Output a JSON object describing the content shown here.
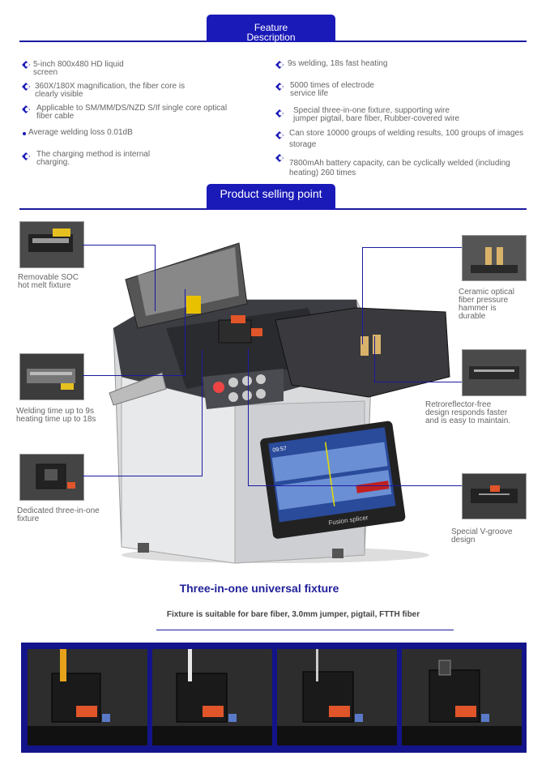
{
  "feature_section": {
    "title_line1": "Feature",
    "title_line2": "Description",
    "left_items": [
      {
        "line1": "5-inch 800x480 HD liquid",
        "line2": "screen"
      },
      {
        "line1": "360X/180X magnification, the fiber core is",
        "line2": "clearly visible"
      },
      {
        "line1": "Applicable to SM/MM/DS/NZD S/If single core optical",
        "line2": "fiber cable"
      },
      {
        "line1": "Average welding loss 0.01dB",
        "line2": ""
      },
      {
        "line1": "The charging method is internal",
        "line2": "charging."
      }
    ],
    "right_items": [
      {
        "line1": "9s welding, 18s fast heating",
        "line2": ""
      },
      {
        "line1": "5000 times of electrode",
        "line2": "service life"
      },
      {
        "line1": "Special three-in-one fixture, supporting wire",
        "line2": "jumper pigtail, bare fiber, Rubber-covered wire"
      },
      {
        "line1": "Can store 10000 groups of welding results, 100 groups of images",
        "line2": "storage"
      },
      {
        "line1": "7800mAh battery capacity, can be cyclically welded (including",
        "line2": "heating) 260 times"
      }
    ]
  },
  "selling_section": {
    "title": "Product selling point",
    "callouts_left": [
      {
        "line1": "Removable SOC",
        "line2": "hot melt fixture"
      },
      {
        "line1": "Welding time up to 9s",
        "line2": "heating time up to 18s"
      },
      {
        "line1": "Dedicated three-in-one",
        "line2": "fixture"
      }
    ],
    "callouts_right": [
      {
        "line1": "Ceramic optical",
        "line2": "fiber pressure",
        "line3": "hammer is",
        "line4": "durable"
      },
      {
        "line1": "Retroreflector-free",
        "line2": "design responds faster",
        "line3": "and is easy to maintain."
      },
      {
        "line1": "Special V-groove",
        "line2": "design"
      }
    ],
    "screen_label": "Fusion splicer",
    "screen_time": "09:57"
  },
  "fixture_section": {
    "title": "Three-in-one universal fixture",
    "subtitle": "Fixture is suitable for bare fiber, 3.0mm jumper, pigtail, FTTH fiber"
  },
  "colors": {
    "accent": "#1a1ab8",
    "dark_blue": "#14148a",
    "title_blue": "#22229a"
  }
}
